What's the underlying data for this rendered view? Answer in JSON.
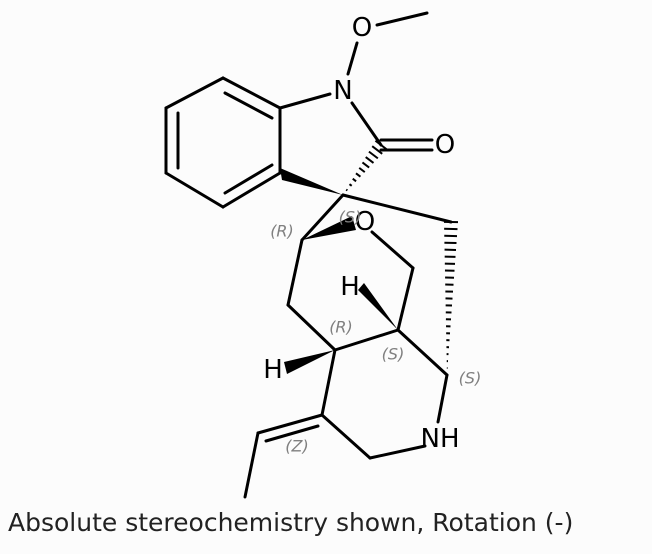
{
  "atoms": {
    "o_methoxy": "O",
    "n1": "N",
    "o_carbonyl": "O",
    "o_ether": "O",
    "h1": "H",
    "h2": "H",
    "nh": "NH"
  },
  "stereo_labels": {
    "c_r1": "(R)",
    "c3_s": "(S)",
    "c_r2": "(R)",
    "c_s1": "(S)",
    "c_s2": "(S)",
    "z_bond": "(Z)"
  },
  "caption": "Absolute stereochemistry shown, Rotation (-)"
}
